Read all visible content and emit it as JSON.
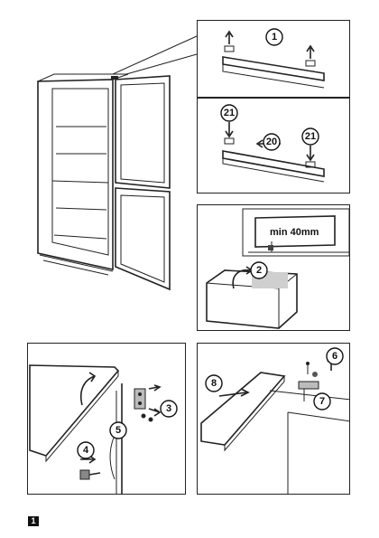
{
  "steps": {
    "s1": "1",
    "s21a": "21",
    "s20": "20",
    "s21b": "21",
    "s2": "2",
    "s3": "3",
    "s4": "4",
    "s5": "5",
    "s6": "6",
    "s7": "7",
    "s8": "8"
  },
  "labels": {
    "min_clearance": "min 40mm"
  },
  "figure_number": "1"
}
